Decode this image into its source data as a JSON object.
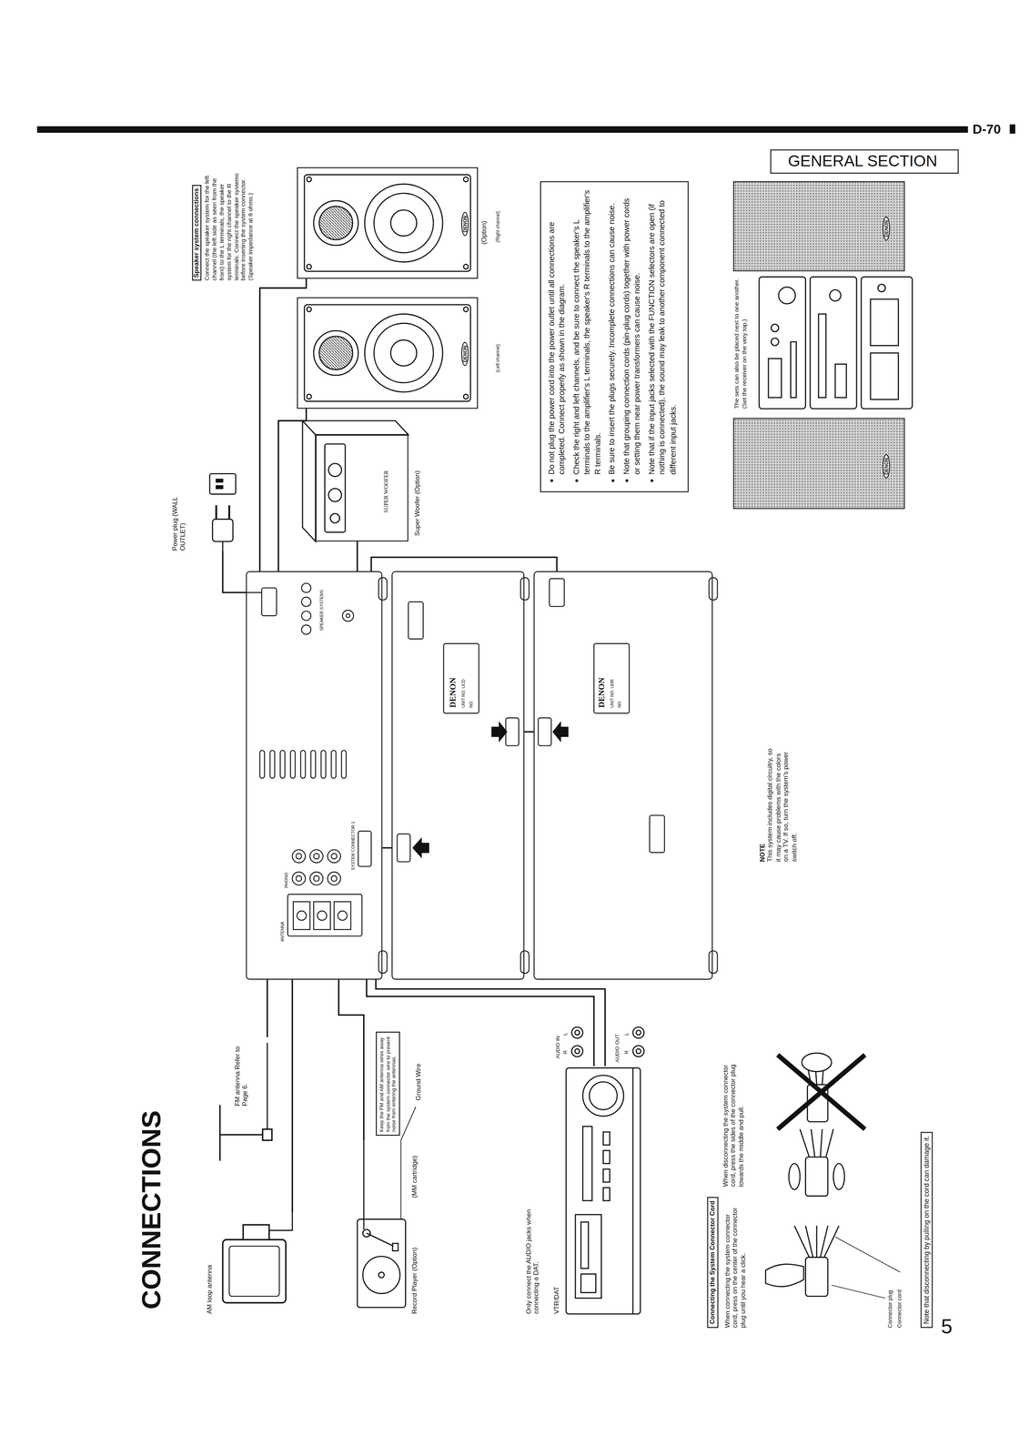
{
  "diagram": {
    "title": "CONNECTIONS",
    "nodes": [
      {
        "text": [
          "GENERAL SECTION"
        ]
      },
      {
        "text": [
          "AM loop antenna"
        ]
      },
      {
        "text": [
          "FM antenna Refer to Page 6."
        ]
      },
      {
        "text": [
          "Record Player (Option)",
          "(MM cartridge)"
        ]
      },
      {
        "text": [
          "Keep the FM and AM antenna wires away from the system connector wire to prevent noise from entering the antennas."
        ]
      },
      {
        "text": [
          "VTR/DAT"
        ]
      },
      {
        "text": [
          "Connecting the System Connector Cord"
        ]
      },
      {
        "text": [
          "Note that disconnecting by pulling on the cord can damage it."
        ]
      },
      {
        "text": [
          "ANTENNA",
          "PHONO",
          "SYSTEM CONNECTOR 1",
          "SPEAKER SYSTEMS"
        ]
      },
      {
        "text": [
          "DENON",
          "UNIT NO. UCD",
          "NO."
        ]
      },
      {
        "text": [
          "DENON",
          "UNIT NO. UDR",
          "NO."
        ]
      },
      {
        "text": [
          "NOTE",
          "This system includes digital circuitry, so it may cause problems with the colors on a TV. If so, turn the system's power switch off."
        ]
      },
      {
        "text": [
          "Power plug (WALL OUTLET)"
        ]
      },
      {
        "text": [
          "SUPER WOOFER",
          "Super Woofer (Option)"
        ]
      },
      {
        "text": [
          "DENON",
          "(Left channel)"
        ]
      },
      {
        "text": [
          "DENON",
          "(Right channel)"
        ]
      },
      {
        "text": [
          "Speaker system connections",
          "Connect the speaker system for the left channel (the left side as seen from the front) to the L terminals, the speaker system for the right channel to the R terminals. Connect the speaker systems before inserting the system connector. (Speaker impedance at 8 ohms.)"
        ]
      },
      {
        "text": [
          "Do not plug the power cord into the power outlet until all connections are completed. Connect properly as shown in the diagram.",
          "Check the right and left channels, and be sure to connect the speaker's L terminals to the amplifier's L terminals, the speaker's R terminals to the amplifier's R terminals.",
          "Be sure to insert the plugs securely. Incomplete connections can cause noise.",
          "Note that grouping connection cords (pin-plug cords) together with power cords or setting them near power transformers can cause noise.",
          "Note that if the input jacks selected with the FUNCTION selectors are open (if nothing is connected), the sound may leak to another component connected to different input jacks."
        ]
      },
      {
        "text": [
          "DENON"
        ]
      },
      {
        "text": [
          "DENON"
        ]
      }
    ],
    "edges": [
      {
        "from": 1,
        "to": 8,
        "arrow": "none"
      },
      {
        "from": 2,
        "to": 8,
        "arrow": "none"
      },
      {
        "from": 3,
        "to": 8,
        "arrow": "none"
      },
      {
        "from": 5,
        "to": 8,
        "arrow": "none"
      },
      {
        "from": 5,
        "to": 8,
        "arrow": "none"
      },
      {
        "from": 8,
        "to": 9,
        "arrow": "none"
      },
      {
        "from": 8,
        "to": 10,
        "arrow": "none"
      },
      {
        "from": 9,
        "to": 10,
        "arrow": "none"
      },
      {
        "from": 12,
        "to": 8,
        "arrow": "none"
      },
      {
        "from": 8,
        "to": 13,
        "arrow": "none"
      },
      {
        "from": 8,
        "to": 14,
        "arrow": "none"
      },
      {
        "from": 8,
        "to": 15,
        "arrow": "none"
      }
    ],
    "labels": [
      "D-70",
      "5",
      "Ground Wire",
      "Only connect the AUDIO jacks when connecting a DAT.",
      "AUDIO IN",
      "R",
      "L",
      "AUDIO OUT",
      "R",
      "L",
      "When connecting the system connector cord, press on the center of the connector plug until you hear a click.",
      "When disconnecting the system connector cord, press the sides of the connector plug towards the middle and pull.",
      "Connector plug",
      "Connector cord",
      "(Option)",
      "The sets can also be placed next to one another. (Set the receiver on the very top.)"
    ]
  }
}
